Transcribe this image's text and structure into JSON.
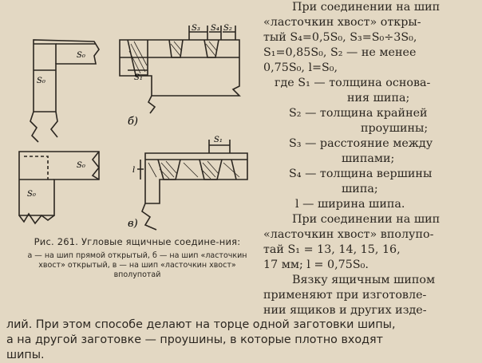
{
  "right_column": {
    "lines": [
      "При соединении на шип",
      "«ласточкин хвост» откры-",
      "тый S₄=0,5S₀, S₃=S₀÷3S₀,",
      "S₁=0,85S₀, S₂ — не менее",
      "0,75S₀, l=S₀,",
      "где S₁ — толщина основа-",
      "ния шипа;",
      "S₂ — толщина крайней",
      "проушины;",
      "S₃ — расстояние между",
      "шипами;",
      "S₄ — толщина вершины",
      "шипа;",
      "l — ширина шипа.",
      "При соединении на шип",
      "«ласточкин хвост» вполупо-",
      "тай S₁ = 13, 14, 15, 16,",
      "17 мм; l = 0,75S₀.",
      "Вязку ящичным шипом",
      "применяют при изготовле-",
      "нии ящиков и других изде-"
    ]
  },
  "bottom_text": {
    "lines": [
      "лий. При этом способе делают на торце одной заготовки шипы,",
      "а на другой заготовке — проушины, в которые плотно входят",
      "шипы."
    ]
  },
  "caption": {
    "title": "Рис. 261. Угловые ящичные соедине-ния:",
    "legend": "а — на шип прямой открытый, б — на шип «ласточкин хвост» открытый, в — на шип «ласточкин хвост» вполупотай"
  },
  "figure": {
    "labels": {
      "s0_a_top": "S₀",
      "s0_a_side": "S₀",
      "s3": "S₃",
      "s4": "S₄",
      "s2": "S₂",
      "s1_b": "S₁",
      "b": "б)",
      "s0_c_top": "S₀",
      "s0_c_side": "S₀",
      "s1_c": "S₁",
      "l": "l",
      "c": "в)"
    }
  }
}
